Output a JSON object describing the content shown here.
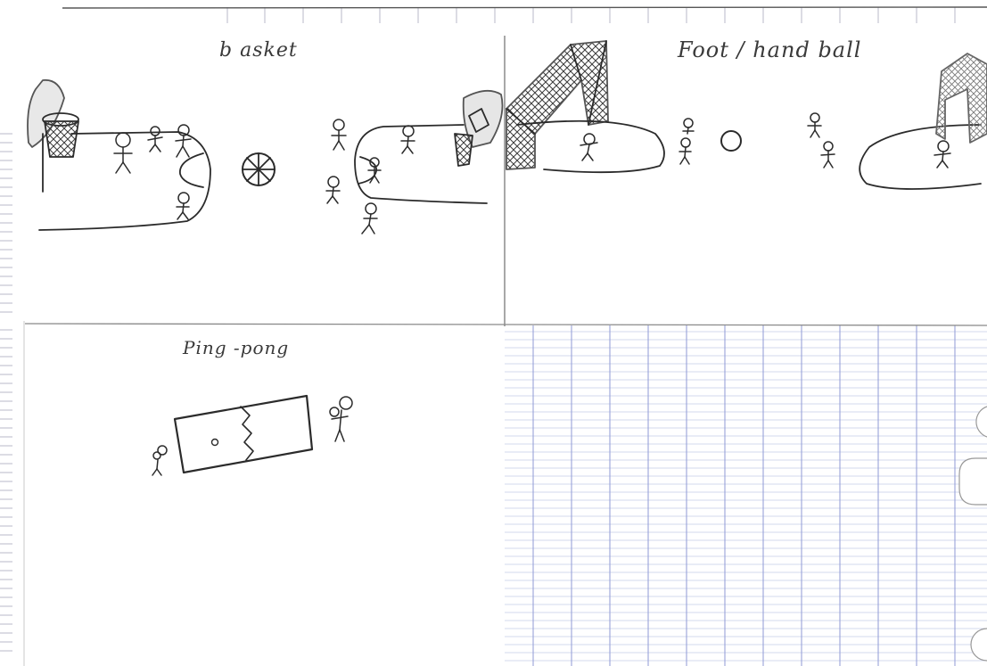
{
  "panels": {
    "basket": {
      "caption": "b asket"
    },
    "football_handball": {
      "caption": "Foot / hand ball"
    },
    "ping_pong": {
      "caption": "Ping -pong"
    },
    "empty_grid": {
      "caption": ""
    }
  },
  "colors": {
    "paper": "#ffffff",
    "pencil": "#2b2b2b",
    "grid_blue": "#9aa6dc",
    "margin_gray": "#b9b9c8"
  }
}
